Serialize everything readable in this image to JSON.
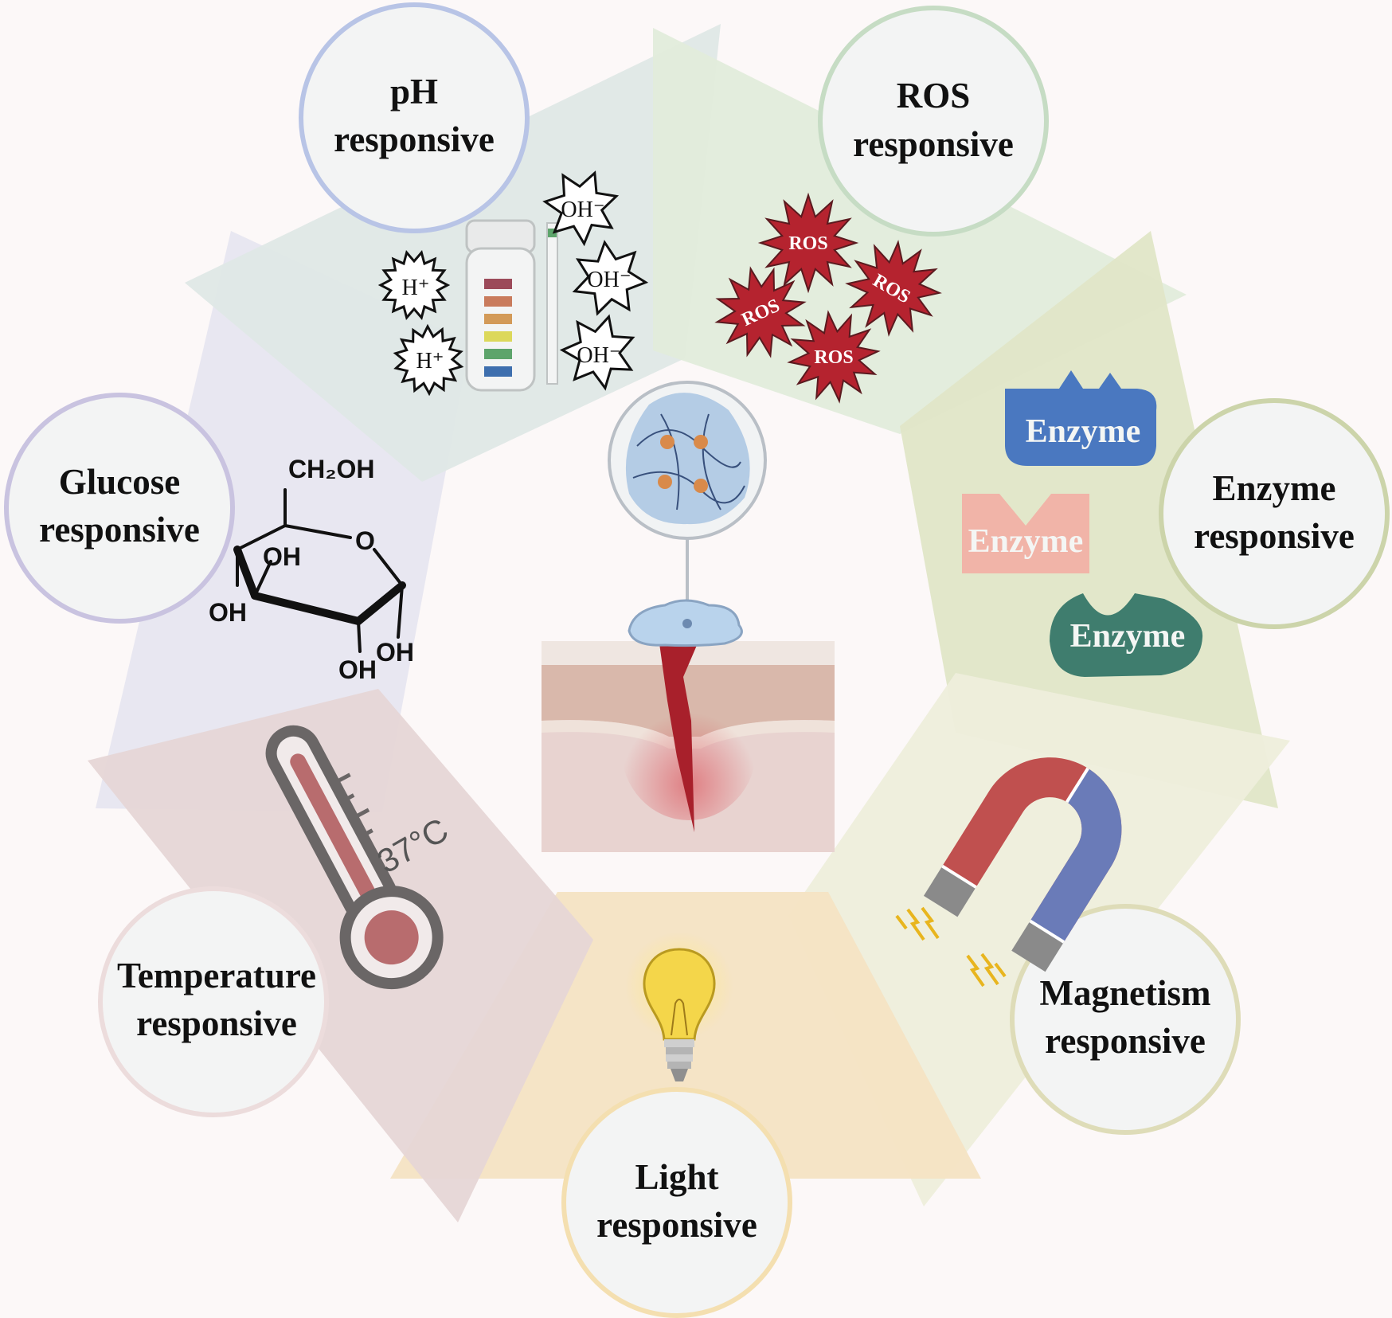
{
  "labels": {
    "ph": [
      "pH",
      "responsive"
    ],
    "ros": [
      "ROS",
      "responsive"
    ],
    "enzyme": [
      "Enzyme",
      "responsive"
    ],
    "magnetism": [
      "Magnetism",
      "responsive"
    ],
    "light": [
      "Light",
      "responsive"
    ],
    "temperature": [
      "Temperature",
      "responsive"
    ],
    "glucose": [
      "Glucose",
      "responsive"
    ]
  },
  "ph_icons": {
    "h_plus": "H⁺",
    "oh_minus": "OH⁻"
  },
  "ros_icon_text": "ROS",
  "enzyme_icon_text": "Enzyme",
  "glucose_formula": {
    "ch2oh": "CH₂OH",
    "ring_o": "O",
    "oh": "OH"
  },
  "thermometer_label": "37°C",
  "colors": {
    "ph": "#dfe8e6",
    "ros": "#e1ecdb",
    "enzyme": "#e0e6c7",
    "magnetism": "#eeeedb",
    "light": "#f4e3c3",
    "temperature": "#e6d6d6",
    "glucose": "#e6e4ef",
    "ros_star": "#b5232f",
    "enzyme_blue": "#4a78c0",
    "enzyme_pink": "#f1b4a8",
    "enzyme_teal": "#3f7d6e"
  }
}
